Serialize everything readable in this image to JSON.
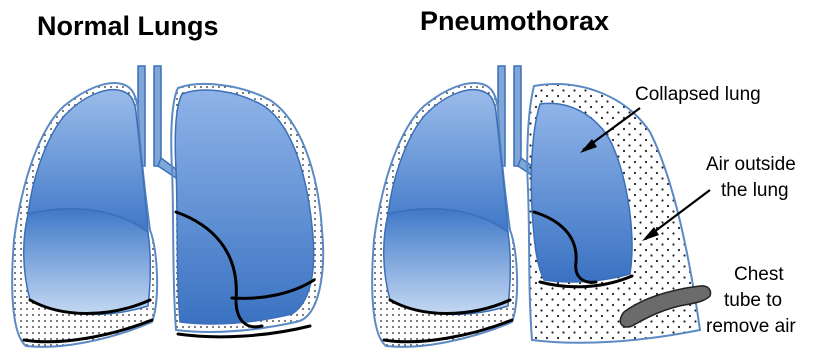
{
  "titles": {
    "left": "Normal Lungs",
    "right": "Pneumothorax"
  },
  "annotations": {
    "collapsed": "Collapsed lung",
    "air_line1": "Air outside",
    "air_line2": "the lung",
    "tube_line1": "Chest",
    "tube_line2": "tube to",
    "tube_line3": "remove air"
  },
  "colors": {
    "lung_dark": "#3f78c8",
    "lung_light": "#a9c6ec",
    "outline": "#5b8ac4",
    "tube": "#6b6b6b"
  }
}
